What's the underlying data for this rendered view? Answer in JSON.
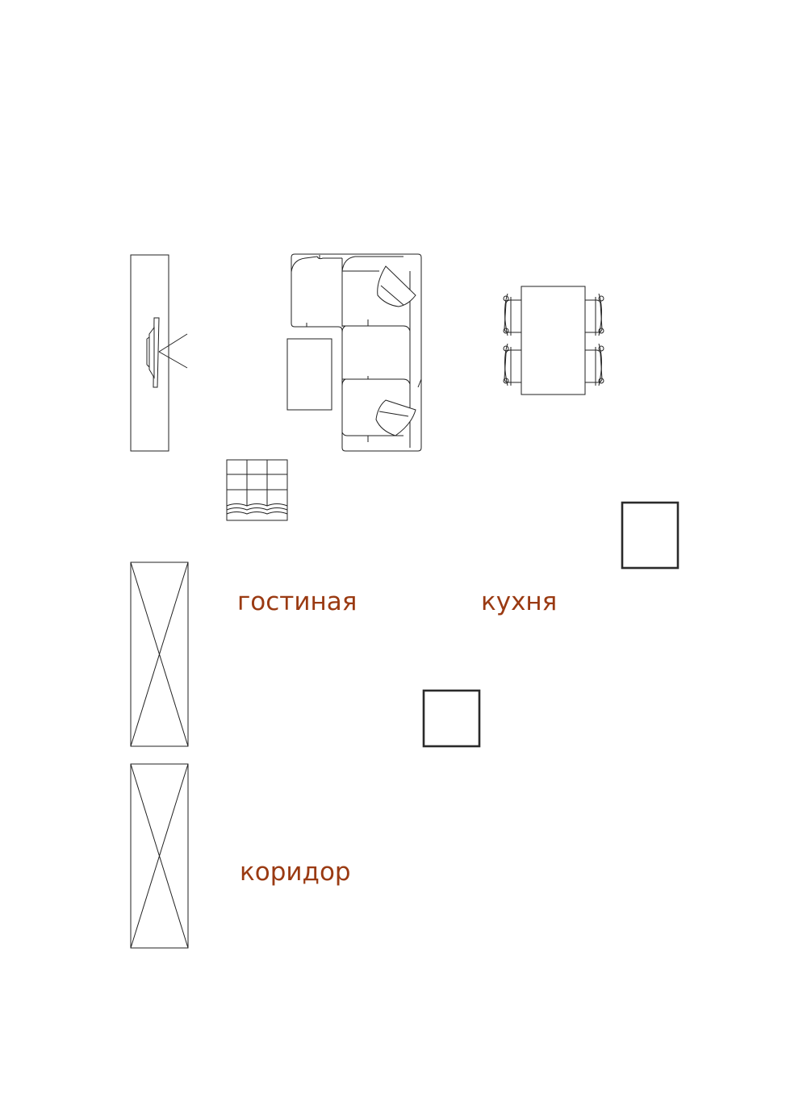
{
  "rooms": {
    "living_room": "гостиная",
    "kitchen": "кухня",
    "corridor": "коридор"
  },
  "colors": {
    "label": "#9a3a12",
    "line": "#222222",
    "background": "#ffffff"
  },
  "furniture": [
    "tv-cabinet",
    "tv",
    "corner-sofa",
    "coffee-table",
    "armchair",
    "dining-table",
    "dining-chair",
    "wardrobe",
    "column"
  ]
}
